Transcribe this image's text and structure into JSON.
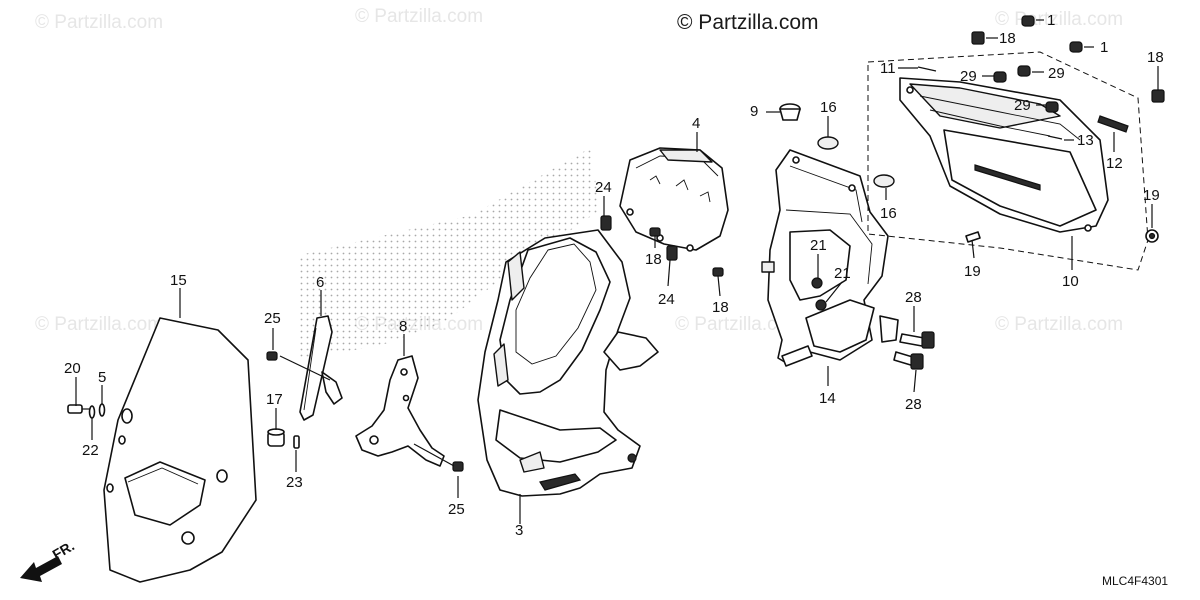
{
  "watermark": {
    "text": "© Partzilla.com",
    "copyright_text": "© Partzilla.com"
  },
  "diagram_code": "MLC4F4301",
  "front_arrow_label": "FR.",
  "callouts": {
    "c1a": "1",
    "c1b": "1",
    "c3": "3",
    "c4": "4",
    "c5": "5",
    "c6": "6",
    "c8": "8",
    "c9": "9",
    "c10": "10",
    "c11": "11",
    "c12": "12",
    "c13": "13",
    "c14": "14",
    "c15": "15",
    "c16a": "16",
    "c16b": "16",
    "c17": "17",
    "c18a": "18",
    "c18b": "18",
    "c18c": "18",
    "c18d": "18",
    "c19a": "19",
    "c19b": "19",
    "c20": "20",
    "c21a": "21",
    "c21b": "21",
    "c22": "22",
    "c23": "23",
    "c24a": "24",
    "c24b": "24",
    "c25a": "25",
    "c25b": "25",
    "c28a": "28",
    "c28b": "28",
    "c29a": "29",
    "c29b": "29",
    "c29c": "29"
  }
}
